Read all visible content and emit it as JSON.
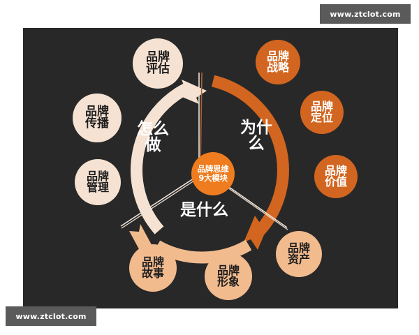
{
  "page": {
    "title": "品牌思维9大模块",
    "background_color": "#ffffff",
    "panel_color": "#282828"
  },
  "watermarks": [
    {
      "name": "top-right",
      "text": "www.ztclot.com"
    },
    {
      "name": "bottom-left",
      "text": "www.ztclot.com"
    }
  ],
  "hub": {
    "line1": "品牌思维",
    "line2": "9大模块",
    "color": "#ef7c1f"
  },
  "sectors": [
    {
      "id": "how",
      "label_line1": "怎么",
      "label_line2": "做",
      "text": "怎么做",
      "color": "#ffffff",
      "arc_color": "#f6e2d2"
    },
    {
      "id": "why",
      "label_line1": "为什",
      "label_line2": "么",
      "text": "为什么",
      "color": "#ffffff",
      "arc_color": "#d2651f"
    },
    {
      "id": "what",
      "label_line1": "是什么",
      "label_line2": "",
      "text": "是什么",
      "color": "#ffffff",
      "arc_color": "#f2bb8e"
    }
  ],
  "modules": [
    {
      "id": "pingu",
      "line1": "品牌",
      "line2": "评估",
      "text": "品牌评估",
      "style": "pale",
      "sector": "how"
    },
    {
      "id": "chuanbo",
      "line1": "品牌",
      "line2": "传播",
      "text": "品牌传播",
      "style": "pale",
      "sector": "how"
    },
    {
      "id": "guanli",
      "line1": "品牌",
      "line2": "管理",
      "text": "品牌管理",
      "style": "pale",
      "sector": "how"
    },
    {
      "id": "zhanlue",
      "line1": "品牌",
      "line2": "战略",
      "text": "品牌战略",
      "style": "orange",
      "sector": "why"
    },
    {
      "id": "dingwei",
      "line1": "品牌",
      "line2": "定位",
      "text": "品牌定位",
      "style": "orange",
      "sector": "why"
    },
    {
      "id": "jiazhi",
      "line1": "品牌",
      "line2": "价值",
      "text": "品牌价值",
      "style": "orange",
      "sector": "why"
    },
    {
      "id": "zichan",
      "line1": "品牌",
      "line2": "资产",
      "text": "品牌资产",
      "style": "salmon",
      "sector": "what"
    },
    {
      "id": "xingxia",
      "line1": "品牌",
      "line2": "形象",
      "text": "品牌形象",
      "style": "salmon",
      "sector": "what"
    },
    {
      "id": "gushi",
      "line1": "品牌",
      "line2": "故事",
      "text": "品牌故事",
      "style": "salmon",
      "sector": "what"
    }
  ],
  "colors": {
    "orange": "#d2651f",
    "hub_orange": "#ef7c1f",
    "pale_peach": "#f6e2d2",
    "salmon": "#f2bb8e",
    "panel_dark": "#282828",
    "watermark_bg": "#5a5a5a"
  }
}
